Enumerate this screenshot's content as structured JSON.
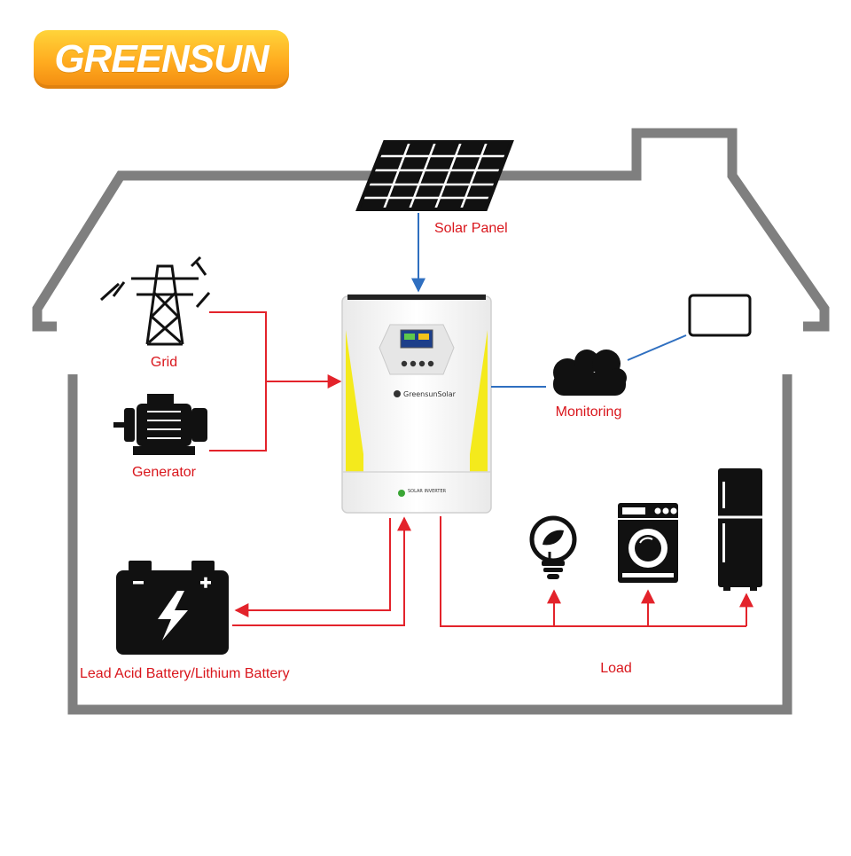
{
  "brand": {
    "logo_text": "GREENSUN",
    "inverter_brand": "GreensunSolar",
    "inverter_model_text": "SOLAR INVERTER"
  },
  "labels": {
    "solar_panel": "Solar Panel",
    "grid": "Grid",
    "generator": "Generator",
    "monitoring": "Monitoring",
    "battery": "Lead Acid Battery/Lithium Battery",
    "load": "Load"
  },
  "colors": {
    "house_outline": "#7f7f7f",
    "flow_line": "#e3232b",
    "signal_line": "#2f6fc0",
    "accent_yellow": "#f4ea1c",
    "logo_orange": "#ffab1f"
  },
  "icons": [
    "solar-panel-icon",
    "power-tower-icon",
    "generator-icon",
    "inverter-icon",
    "cloud-icon",
    "tablet-icon",
    "battery-icon",
    "light-bulb-icon",
    "washing-machine-icon",
    "refrigerator-icon"
  ]
}
